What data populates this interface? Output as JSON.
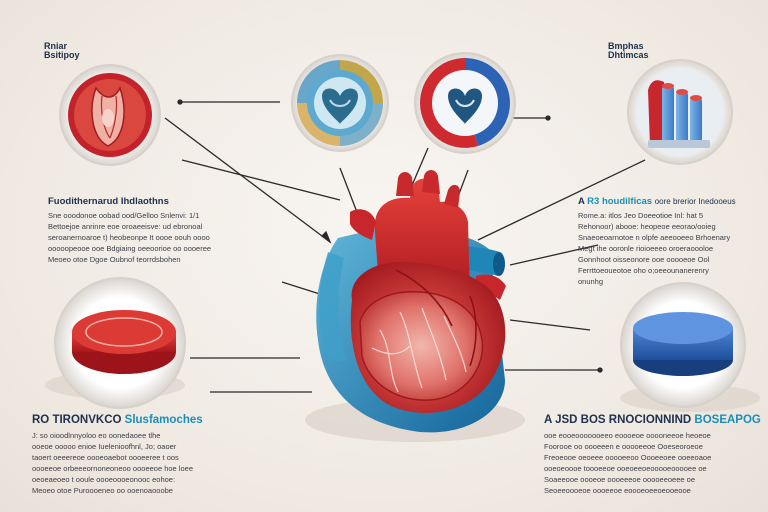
{
  "corner_labels": {
    "top_left": [
      "Rniar",
      "Bsitipoy"
    ],
    "top_right": [
      "Bmphas",
      "Dhtimcas"
    ]
  },
  "blocks": {
    "upper_left": {
      "prefix": "",
      "title": "Fuodithernarud Ihdlaothns",
      "lines": [
        "Sne ooodonoe oobad ood/Gelloo Snlenvi: 1/1",
        "Bettoejoe anrinre eoe oroaeeisve: ud ebronoal",
        "seroanernoaroe t) heobeonpe It oooe oouh oooo",
        "ooooopeooe ooe Bdgiaing oeeoorioe oo oooeree",
        "Meoeo otoe Dgoe  Oubnof  teorrdsbohen"
      ]
    },
    "upper_right": {
      "prefix": "A",
      "title": "R3 houdilficas",
      "title_rest": "oore brerior Inedooeus",
      "lines": [
        "Rome.a: itlos Jeo Doeeotioe Inl:  hat  5",
        "Rehonoor) abooe: heopeoe eeorao/ooieg",
        "Snaeoeoarnotoe n  olpfe aeeooeeo Brhoenary",
        "Megt  ihe ooronle rioioeeeo  oroeraoooloe",
        "Gonnhoot oisseonore ooe ooooeoe Ool",
        "Ferrttoeoueotoe oho o;oeeounanerenry",
        "onunhg"
      ]
    },
    "lower_left": {
      "prefix": "",
      "title": "RO TIRONVKCO",
      "title_rest": "Slusfamoches",
      "lines": [
        "J:  so oioodlnnyoloo  eo oonedaoee  tlhe",
        "ooeoe ooooo enioe Iuelenioofhnl, Jo; oaoer",
        "taoert oeeereoe oooeoaebot oooeeree t oos",
        "oooeeoe orbeeeornoneoneoo oooeeoe hoe loee",
        "oeoeaeoeo  t ooule  oooeoooeonooc eohoe:",
        "Meoeo otoe    Puroooeneo  oo ooenoaooobe"
      ]
    },
    "lower_right": {
      "prefix": "A",
      "title": "JSD BOS RNOCIONNIND",
      "title_rest": "BOSEAPOG",
      "lines": [
        "ooe eooeooooooeeo  eoooeoe ooooneeoe heoeoe",
        "Foorooe oo oooeeen e ooooeeoe Ooeseoroeoe",
        "Freoeooe oeoeee  ooooeeoo Oooeeoee ooeeoaoe",
        "ooeoeoooe toooeeoe  ooeoeeoeooooeooooee  oe",
        "Soaeeooe oooeoe  oooeeeoe ooooeeoeee oe",
        "Seoeeoooeoe  oooeeoe   eoooeoeeoeooeooe"
      ]
    }
  },
  "colors": {
    "heart_red": "#c8262d",
    "heart_dark": "#8e1116",
    "vessel_blue": "#1f86b8",
    "accent_teal": "#1a8fb8",
    "text_dark": "#20324f"
  },
  "icons": [
    "valve-tissue-icon",
    "heart-valve-circle-icon",
    "heart-valve-red-circle-icon",
    "vial-tubes-icon",
    "red-disc-icon",
    "blue-cylinder-icon",
    "anatomical-heart-icon"
  ]
}
